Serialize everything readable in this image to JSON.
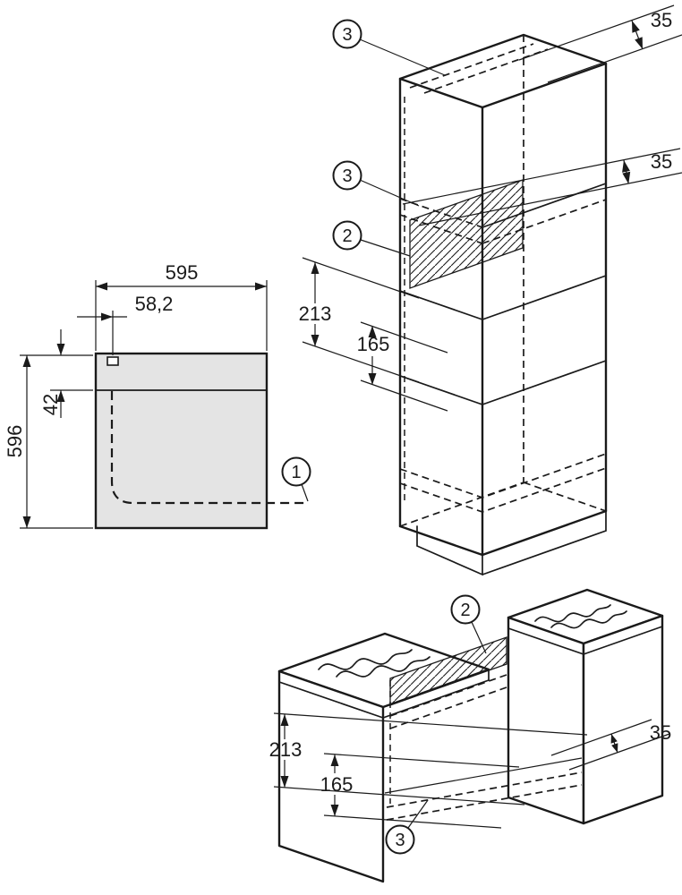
{
  "colors": {
    "line": "#1a1a1a",
    "appliance_fill": "#e4e4e4",
    "background": "#ffffff"
  },
  "front_view": {
    "callout_mains": "1",
    "dim_width": "595",
    "dim_mains_offset": "58,2",
    "dim_panel_height": "42",
    "dim_height": "596"
  },
  "tall_unit_view": {
    "callout_batten_top": "3",
    "callout_batten_shelf": "3",
    "callout_vent_cutout": "2",
    "dim_gap_top": "35",
    "dim_gap_shelf": "35",
    "dim_cutout_max": "213",
    "dim_cutout_min": "165"
  },
  "base_unit_view": {
    "callout_vent_cutout": "2",
    "callout_batten_shelf": "3",
    "dim_cutout_max": "213",
    "dim_cutout_min": "165",
    "dim_gap": "35"
  }
}
